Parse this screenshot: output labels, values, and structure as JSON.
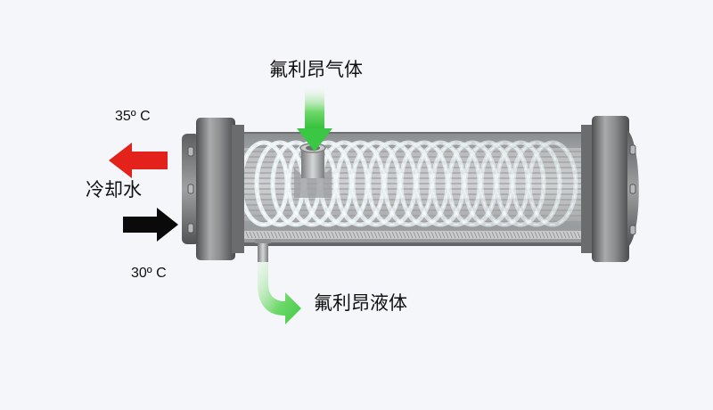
{
  "labels": {
    "gas_in": "氟利昂气体",
    "liquid_out": "氟利昂液体",
    "coolant": "冷却水",
    "temp_out": "35º C",
    "temp_in": "30º C"
  },
  "colors": {
    "gas_arrow": "#39c744",
    "liquid_arrow": "#4fd04f",
    "hot_arrow": "#e3231b",
    "cold_arrow": "#0a0a0a",
    "shell": "#8a8c8e",
    "flange": "#6f7172",
    "coil": "#e9f4f7"
  }
}
